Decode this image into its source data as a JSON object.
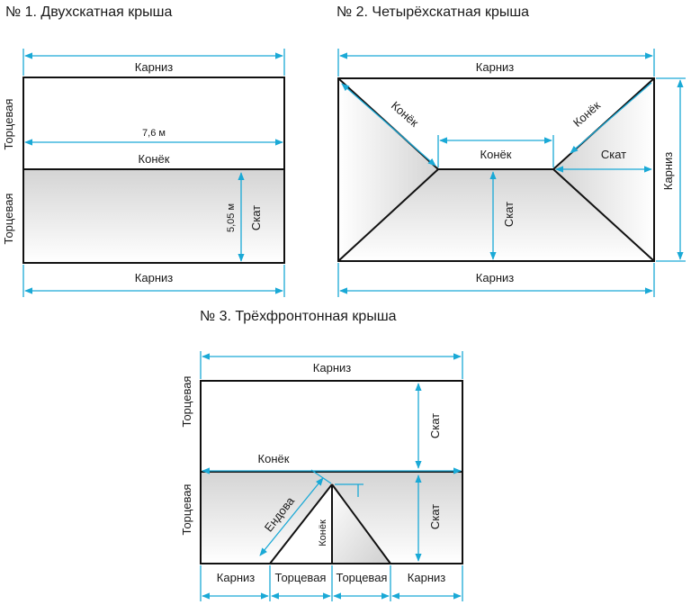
{
  "titles": {
    "roof1": "№ 1. Двухскатная крыша",
    "roof2": "№ 2. Четырёхскатная крыша",
    "roof3": "№ 3. Трёхфронтонная крыша"
  },
  "roof1": {
    "top_eave": "Карниз",
    "width": "7,6 м",
    "ridge": "Конёк",
    "slope_length": "5,05 м",
    "slope": "Скат",
    "bottom_eave": "Карниз",
    "gable_top": "Торцевая",
    "gable_bottom": "Торцевая"
  },
  "roof2": {
    "top_eave": "Карниз",
    "hip_left": "Конёк",
    "hip_right": "Конёк",
    "ridge": "Конёк",
    "slope_side": "Скат",
    "slope_center": "Скат",
    "right_eave": "Карниз",
    "bottom_eave": "Карниз"
  },
  "roof3": {
    "top_eave": "Карниз",
    "gable_top": "Торцевая",
    "gable_bottom": "Торцевая",
    "slope_top": "Скат",
    "slope_bottom": "Скат",
    "ridge": "Конёк",
    "valley": "Ендова",
    "ridge_vertical": "Конёк",
    "bottom_eave_left": "Карниз",
    "bottom_gable_left": "Торцевая",
    "bottom_gable_right": "Торцевая",
    "bottom_eave_right": "Карниз"
  },
  "colors": {
    "outline": "#111111",
    "dimension": "#1aa9d6",
    "shading": "#d9d9d9"
  }
}
